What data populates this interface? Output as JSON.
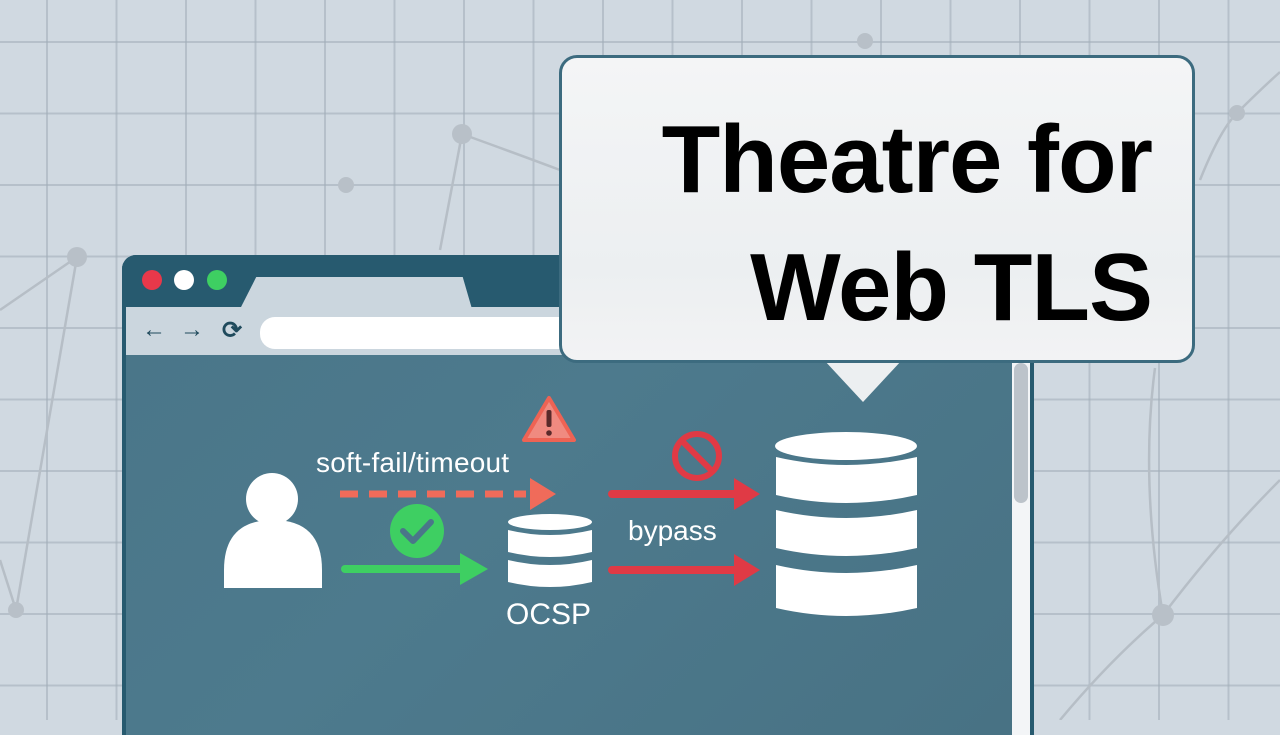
{
  "headline": {
    "line1": "Theatre for",
    "line2": "Web TLS"
  },
  "browser": {
    "window_controls": [
      "close",
      "minimize",
      "maximize"
    ],
    "nav": {
      "back_icon": "←",
      "forward_icon": "→",
      "reload_icon": "⟳"
    },
    "url_value": ""
  },
  "diagram": {
    "labels": {
      "soft_fail": "soft-fail/timeout",
      "ocsp": "OCSP",
      "bypass": "bypass"
    },
    "icons": {
      "user": "user-icon",
      "warning": "warning-icon",
      "check": "check-icon",
      "blocked": "prohibited-icon",
      "ocsp_db": "database-icon",
      "server_db": "database-icon"
    },
    "colors": {
      "success": "#3ecf62",
      "danger": "#e8384a",
      "warning": "#f06b5a",
      "panel": "#4a7689",
      "frame": "#275a6f",
      "bubble_border": "#3c6b7f",
      "background": "#d0d9e1"
    }
  }
}
